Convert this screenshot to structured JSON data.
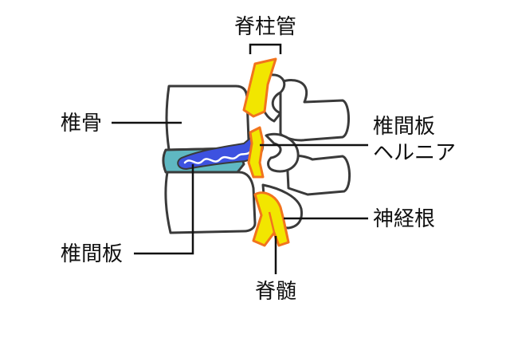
{
  "labels": {
    "spinal_canal": "脊柱管",
    "vertebra": "椎骨",
    "herniation_line1": "椎間板",
    "herniation_line2": "ヘルニア",
    "nerve_root": "神経根",
    "disc": "椎間板",
    "spinal_cord": "脊髄"
  },
  "colors": {
    "bone_fill": "#ffffff",
    "outline": "#3a3a3a",
    "disc_fill": "#5fb8c2",
    "herniation_fill": "#3d52e0",
    "herniation_stroke": "#ffffff",
    "nerve_fill": "#f2e600",
    "nerve_stroke": "#f2741d"
  }
}
